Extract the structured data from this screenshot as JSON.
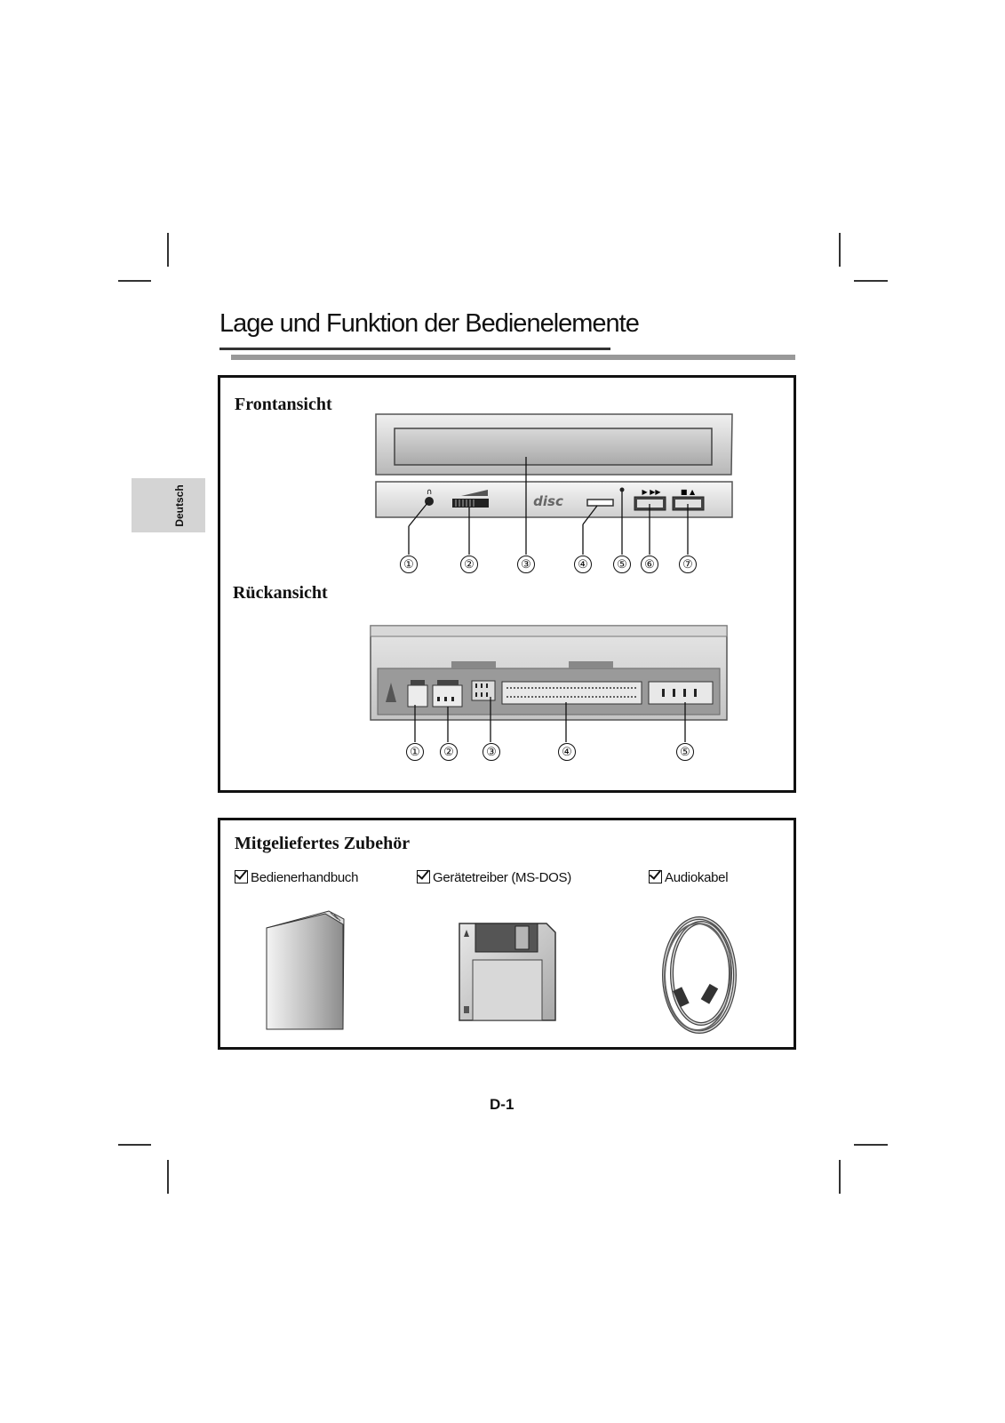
{
  "title": "Lage und Funktion der Bedienelemente",
  "side_tab": "Deutsch",
  "front_view": {
    "heading": "Frontansicht",
    "callouts": [
      "①",
      "②",
      "③",
      "④",
      "⑤",
      "⑥",
      "⑦"
    ],
    "panel_logo": "disc"
  },
  "rear_view": {
    "heading": "Rückansicht",
    "callouts": [
      "①",
      "②",
      "③",
      "④",
      "⑤"
    ]
  },
  "accessories": {
    "heading": "Mitgeliefertes Zubehör",
    "items": [
      {
        "label": "Bedienerhandbuch",
        "icon": "manual-icon"
      },
      {
        "label": "Gerätetreiber (MS-DOS)",
        "icon": "floppy-disk-icon"
      },
      {
        "label": "Audiokabel",
        "icon": "audio-cable-icon"
      }
    ]
  },
  "page_number": "D-1"
}
